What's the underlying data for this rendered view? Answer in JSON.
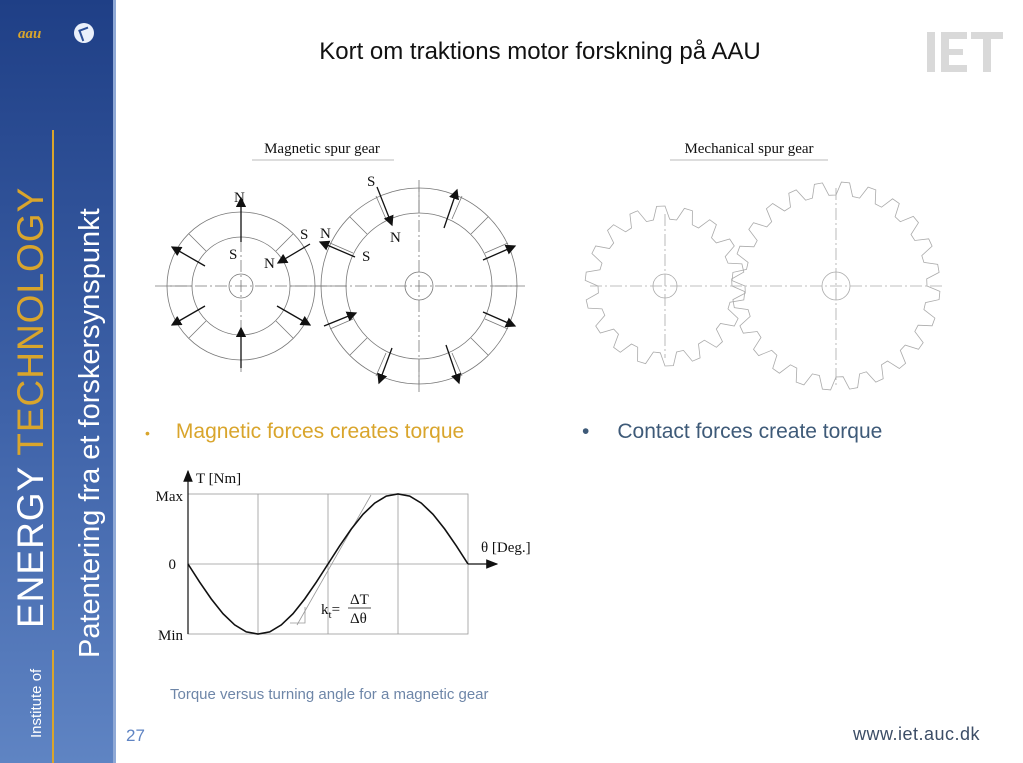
{
  "slide": {
    "title": "Kort om traktions motor forskning på AAU",
    "page_number": "27",
    "url": "www.iet.auc.dk"
  },
  "sidebar": {
    "aau_logo_text": "aau",
    "institute_of": "Institute of",
    "energy": "ENERGY",
    "technology": "TECHNOLOGY",
    "subtitle": "Patentering fra et forskersynspunkt"
  },
  "diagram": {
    "magnetic_caption": "Magnetic spur gear",
    "mechanical_caption": "Mechanical spur gear",
    "pole_labels": [
      "N",
      "S",
      "S",
      "N",
      "N",
      "S",
      "S",
      "N"
    ]
  },
  "bullets": {
    "magnetic": "Magnetic forces creates torque",
    "contact": "Contact forces create torque",
    "bullet_mark": "•"
  },
  "graph": {
    "y_axis_label": "T [Nm]",
    "x_axis_label": "θ [Deg.]",
    "y_max_label": "Max",
    "y_zero_label": "0",
    "y_min_label": "Min",
    "kt_k": "k",
    "kt_t": "t",
    "kt_eq": "=",
    "kt_num": "ΔT",
    "kt_den": "Δθ"
  },
  "chart_data": {
    "type": "line",
    "x": [
      0,
      15,
      30,
      45,
      60,
      75,
      90,
      105,
      120,
      135,
      150,
      165,
      180,
      195,
      210,
      225,
      240,
      255,
      270,
      285,
      300,
      315,
      330,
      345,
      360
    ],
    "y": [
      0,
      -0.26,
      -0.5,
      -0.71,
      -0.87,
      -0.97,
      -1.0,
      -0.97,
      -0.87,
      -0.71,
      -0.5,
      -0.26,
      0,
      0.26,
      0.5,
      0.71,
      0.87,
      0.97,
      1.0,
      0.97,
      0.87,
      0.71,
      0.5,
      0.26,
      0
    ]
  },
  "graph_caption": "Torque versus turning angle for a magnetic gear",
  "colors": {
    "gold": "#d9a52c",
    "sidebar_blue": "#2d5097",
    "bullet_blue": "#3e5a78",
    "caption_blue": "#6e86a8"
  }
}
